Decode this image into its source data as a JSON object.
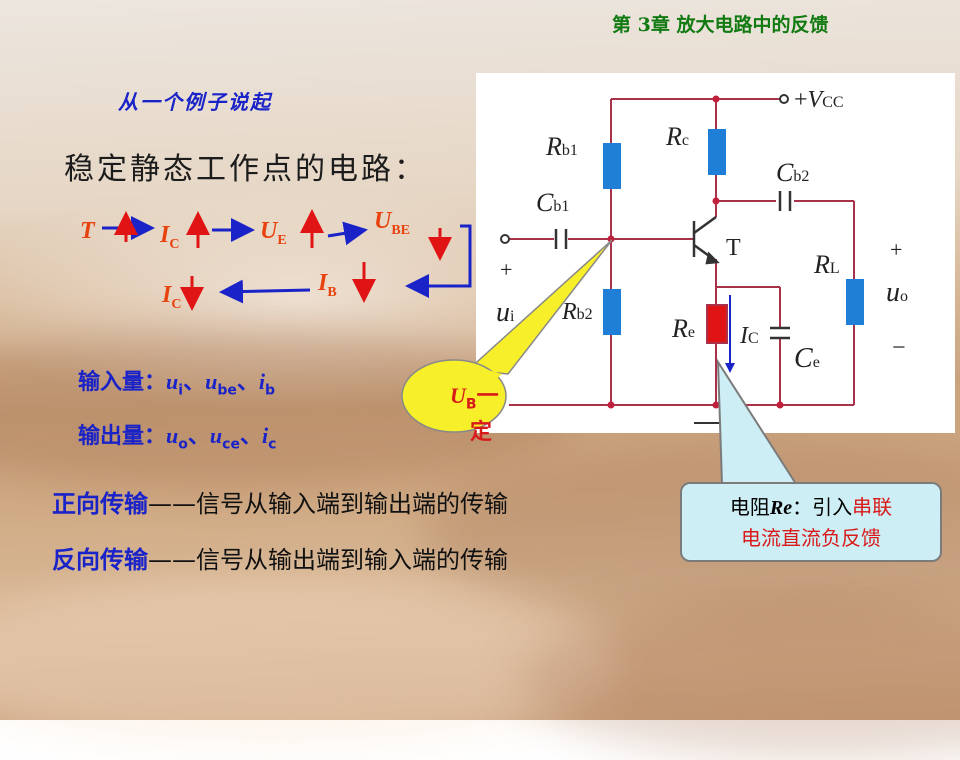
{
  "header": {
    "chapter": "第 3章  放大电路中的反馈"
  },
  "intro": {
    "subtitle": "从一个例子说起",
    "title": "稳定静态工作点的电路："
  },
  "flow": {
    "row1": [
      "T",
      "I",
      "C",
      "U",
      "E",
      "U",
      "BE"
    ],
    "row2": [
      "I",
      "C",
      "I",
      "B"
    ]
  },
  "io": {
    "input_label": "输入量：",
    "input_vars": [
      {
        "s": "u",
        "sub": "i"
      },
      {
        "s": "u",
        "sub": "be"
      },
      {
        "s": "i",
        "sub": "b"
      }
    ],
    "output_label": "输出量：",
    "output_vars": [
      {
        "s": "u",
        "sub": "o"
      },
      {
        "s": "u",
        "sub": "ce"
      },
      {
        "s": "i",
        "sub": "c"
      }
    ],
    "separator": "、"
  },
  "transfer": {
    "forward_term": "正向传输",
    "forward_desc": "——信号从输入端到输出端的传输",
    "reverse_term": "反向传输",
    "reverse_desc": "——信号从输出端到输入端的传输"
  },
  "circuit": {
    "vcc_plus": "+",
    "vcc_V": "V",
    "vcc_sub": "CC",
    "rb1": "R",
    "rb1_sub": "b1",
    "rc": "R",
    "rc_sub": "c",
    "cb2": "C",
    "cb2_sub": "b2",
    "cb1": "C",
    "cb1_sub": "b1",
    "transistor": "T",
    "rl": "R",
    "rl_sub": "L",
    "out_plus": "+",
    "out_minus": "−",
    "uo": "u",
    "uo_sub": "o",
    "in_plus": "+",
    "ui": "u",
    "ui_sub": "i",
    "rb2": "R",
    "rb2_sub": "b2",
    "re": "R",
    "re_sub": "e",
    "ic": "I",
    "ic_sub": "C",
    "ce": "C",
    "ce_sub": "e"
  },
  "callout_ub": {
    "line1_U": "U",
    "line1_sub": "B",
    "line1_rest": "一",
    "line2": "定"
  },
  "callout_re": {
    "p1": "电阻",
    "p2": "Re",
    "p3": "：引入",
    "p4": "串联",
    "p5": "电流直流负反馈"
  },
  "colors": {
    "blue_text": "#1a23c8",
    "orange_text": "#e8420f",
    "green_header": "#117a11",
    "wire": "#a8324a",
    "resistor": "#1f7fd6",
    "re_resistor": "#e01414",
    "callout_yellow": "#f7ef2a",
    "callout_cyan": "#cdeef4"
  }
}
